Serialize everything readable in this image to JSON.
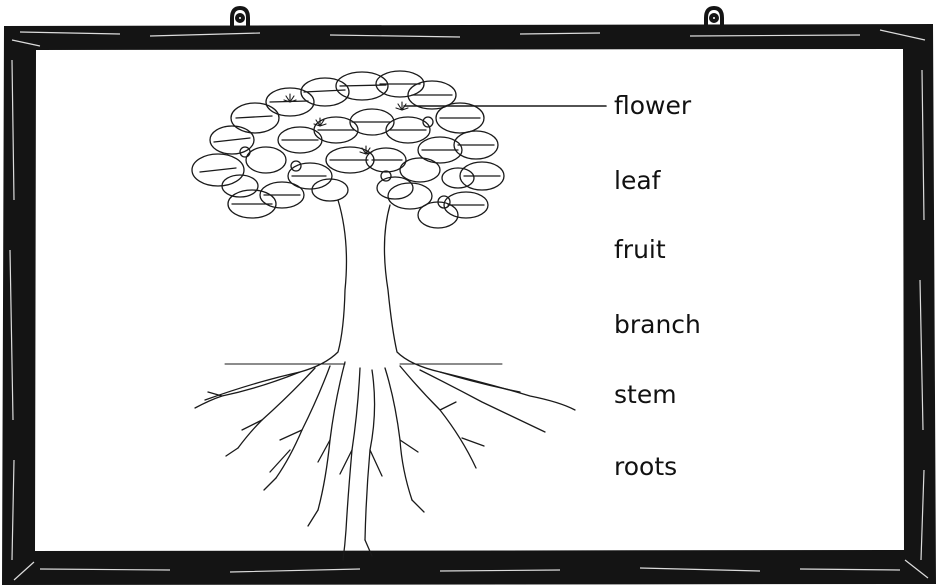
{
  "diagram": {
    "labels": [
      {
        "id": "flower",
        "text": "flower"
      },
      {
        "id": "leaf",
        "text": "leaf"
      },
      {
        "id": "fruit",
        "text": "fruit"
      },
      {
        "id": "branch",
        "text": "branch"
      },
      {
        "id": "stem",
        "text": "stem"
      },
      {
        "id": "roots",
        "text": "roots"
      }
    ],
    "colors": {
      "frame": "#141414",
      "board": "#ffffff",
      "ink": "#111111"
    }
  }
}
